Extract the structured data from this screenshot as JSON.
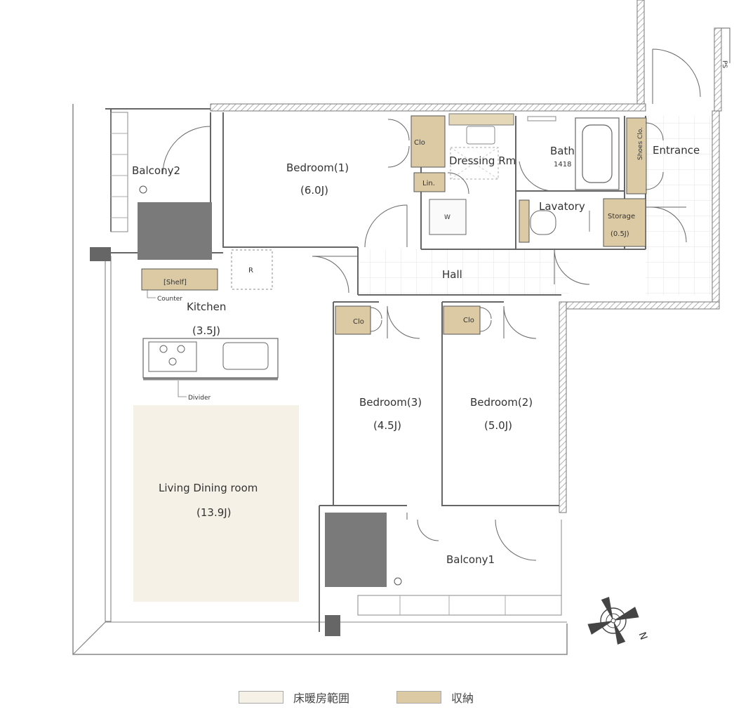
{
  "rooms": {
    "balcony2": "Balcony2",
    "bedroom1": "Bedroom(1)",
    "bedroom1_size": "(6.0J)",
    "dressing": "Dressing Rm",
    "bath": "Bath",
    "bath_size": "1418",
    "entrance": "Entrance",
    "lavatory": "Lavatory",
    "storage": "Storage",
    "storage_size": "(0.5J)",
    "hall": "Hall",
    "kitchen": "Kitchen",
    "kitchen_size": "(3.5J)",
    "bedroom3": "Bedroom(3)",
    "bedroom3_size": "(4.5J)",
    "bedroom2": "Bedroom(2)",
    "bedroom2_size": "(5.0J)",
    "living": "Living Dining room",
    "living_size": "(13.9J)",
    "balcony1": "Balcony1"
  },
  "fixtures": {
    "clo": "Clo",
    "lin": "Lin.",
    "w": "W",
    "shoes": "Shoes Clo.",
    "shelf": "[Shelf]",
    "counter": "Counter",
    "divider": "Divider",
    "r": "R",
    "ps": "PS"
  },
  "compass": {
    "north": "N"
  },
  "legend": [
    {
      "label": "床暖房範囲",
      "color": "#f6f1e6"
    },
    {
      "label": "収納",
      "color": "#dccaa4"
    }
  ],
  "colors": {
    "wall": "#6e6e6e",
    "storage": "#dccaa4",
    "floor_heating": "#f6f1e6",
    "outdoor_unit": "#7a7a7a"
  }
}
